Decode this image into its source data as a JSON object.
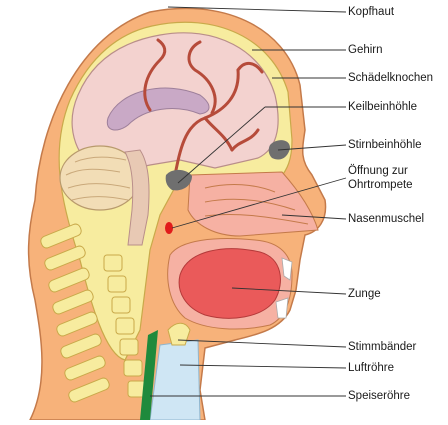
{
  "colors": {
    "skin": "#f7b27a",
    "skin_outline": "#c47a4a",
    "brain": "#f3d2cf",
    "brain_outline": "#b98e8a",
    "artery": "#b64b3a",
    "skull": "#f7ec9f",
    "cerebellum": "#f2ddb6",
    "ventricle": "#c9a9c6",
    "tongue": "#ea5a5a",
    "mouth_cavity": "#f6b1a3",
    "airway": "#cfe6f4",
    "vocal_cords": "#1f8a3c",
    "sinus_dark": "#6f6f6f",
    "tube_opening": "#e11b1b",
    "leader_line": "#333333"
  },
  "labels": [
    {
      "id": "kopfhaut",
      "text": "Kopfhaut"
    },
    {
      "id": "gehirn",
      "text": "Gehirn"
    },
    {
      "id": "schaedelknochen",
      "text": "Schädelknochen"
    },
    {
      "id": "keilbeinhoehle",
      "text": "Keilbeinhöhle"
    },
    {
      "id": "stirnbeinhoehle",
      "text": "Stirnbeinhöhle"
    },
    {
      "id": "ohrtrompete",
      "text": "Öffnung zur",
      "text2": "Ohrtrompete"
    },
    {
      "id": "nasenmuschel",
      "text": "Nasenmuschel"
    },
    {
      "id": "zunge",
      "text": "Zunge"
    },
    {
      "id": "stimmbaender",
      "text": "Stimmbänder"
    },
    {
      "id": "luftroehre",
      "text": "Luftröhre"
    },
    {
      "id": "speiseroehre",
      "text": "Speiseröhre"
    }
  ]
}
